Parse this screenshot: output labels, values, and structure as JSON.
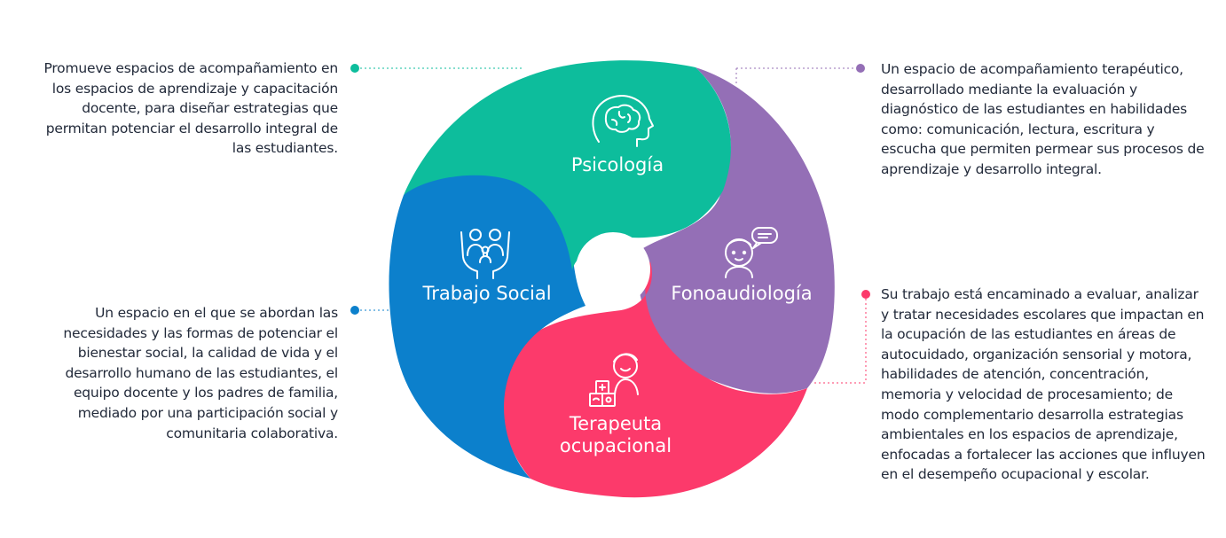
{
  "colors": {
    "psicologia": "#0dbd9c",
    "fonoaudiologia": "#946fb6",
    "terapeuta": "#fc3a6b",
    "trabajo_social": "#0c80cc",
    "text": "#222a3a"
  },
  "segments": {
    "psicologia": {
      "label": "Psicología",
      "icon": "brain-head-icon",
      "description": "Promueve espacios de acompañamiento en los espacios de aprendizaje y capacitación docente, para diseñar estrategias que permitan potenciar el desarrollo integral de las estudiantes."
    },
    "fonoaudiologia": {
      "label": "Fonoaudiología",
      "icon": "speaking-child-icon",
      "description": "Un espacio de acompañamiento terapéutico, desarrollado mediante la evaluación y diagnóstico de las estudiantes en habilidades como: comunicación, lectura, escritura y escucha que permiten permear sus procesos de aprendizaje y desarrollo integral."
    },
    "terapeuta": {
      "label_line1": "Terapeuta",
      "label_line2": "ocupacional",
      "icon": "child-with-blocks-icon",
      "description": "Su trabajo está encaminado a evaluar, analizar y tratar necesidades escolares que impactan en la ocupación de las estudiantes en áreas de autocuidado, organización sensorial y motora, habilidades de atención, concentración, memoria y velocidad de procesamiento; de modo complementario desarrolla estrategias ambientales en los espacios de aprendizaje, enfocadas a fortalecer las acciones que influyen en el desempeño ocupacional y escolar."
    },
    "trabajo_social": {
      "label": "Trabajo Social",
      "icon": "family-in-hands-icon",
      "description": "Un espacio en el que se abordan las necesidades y las formas de potenciar el bienestar social, la calidad de vida y el desarrollo humano de las estudiantes, el equipo docente y los padres de familia, mediado por una participación social y comunitaria colaborativa."
    }
  }
}
